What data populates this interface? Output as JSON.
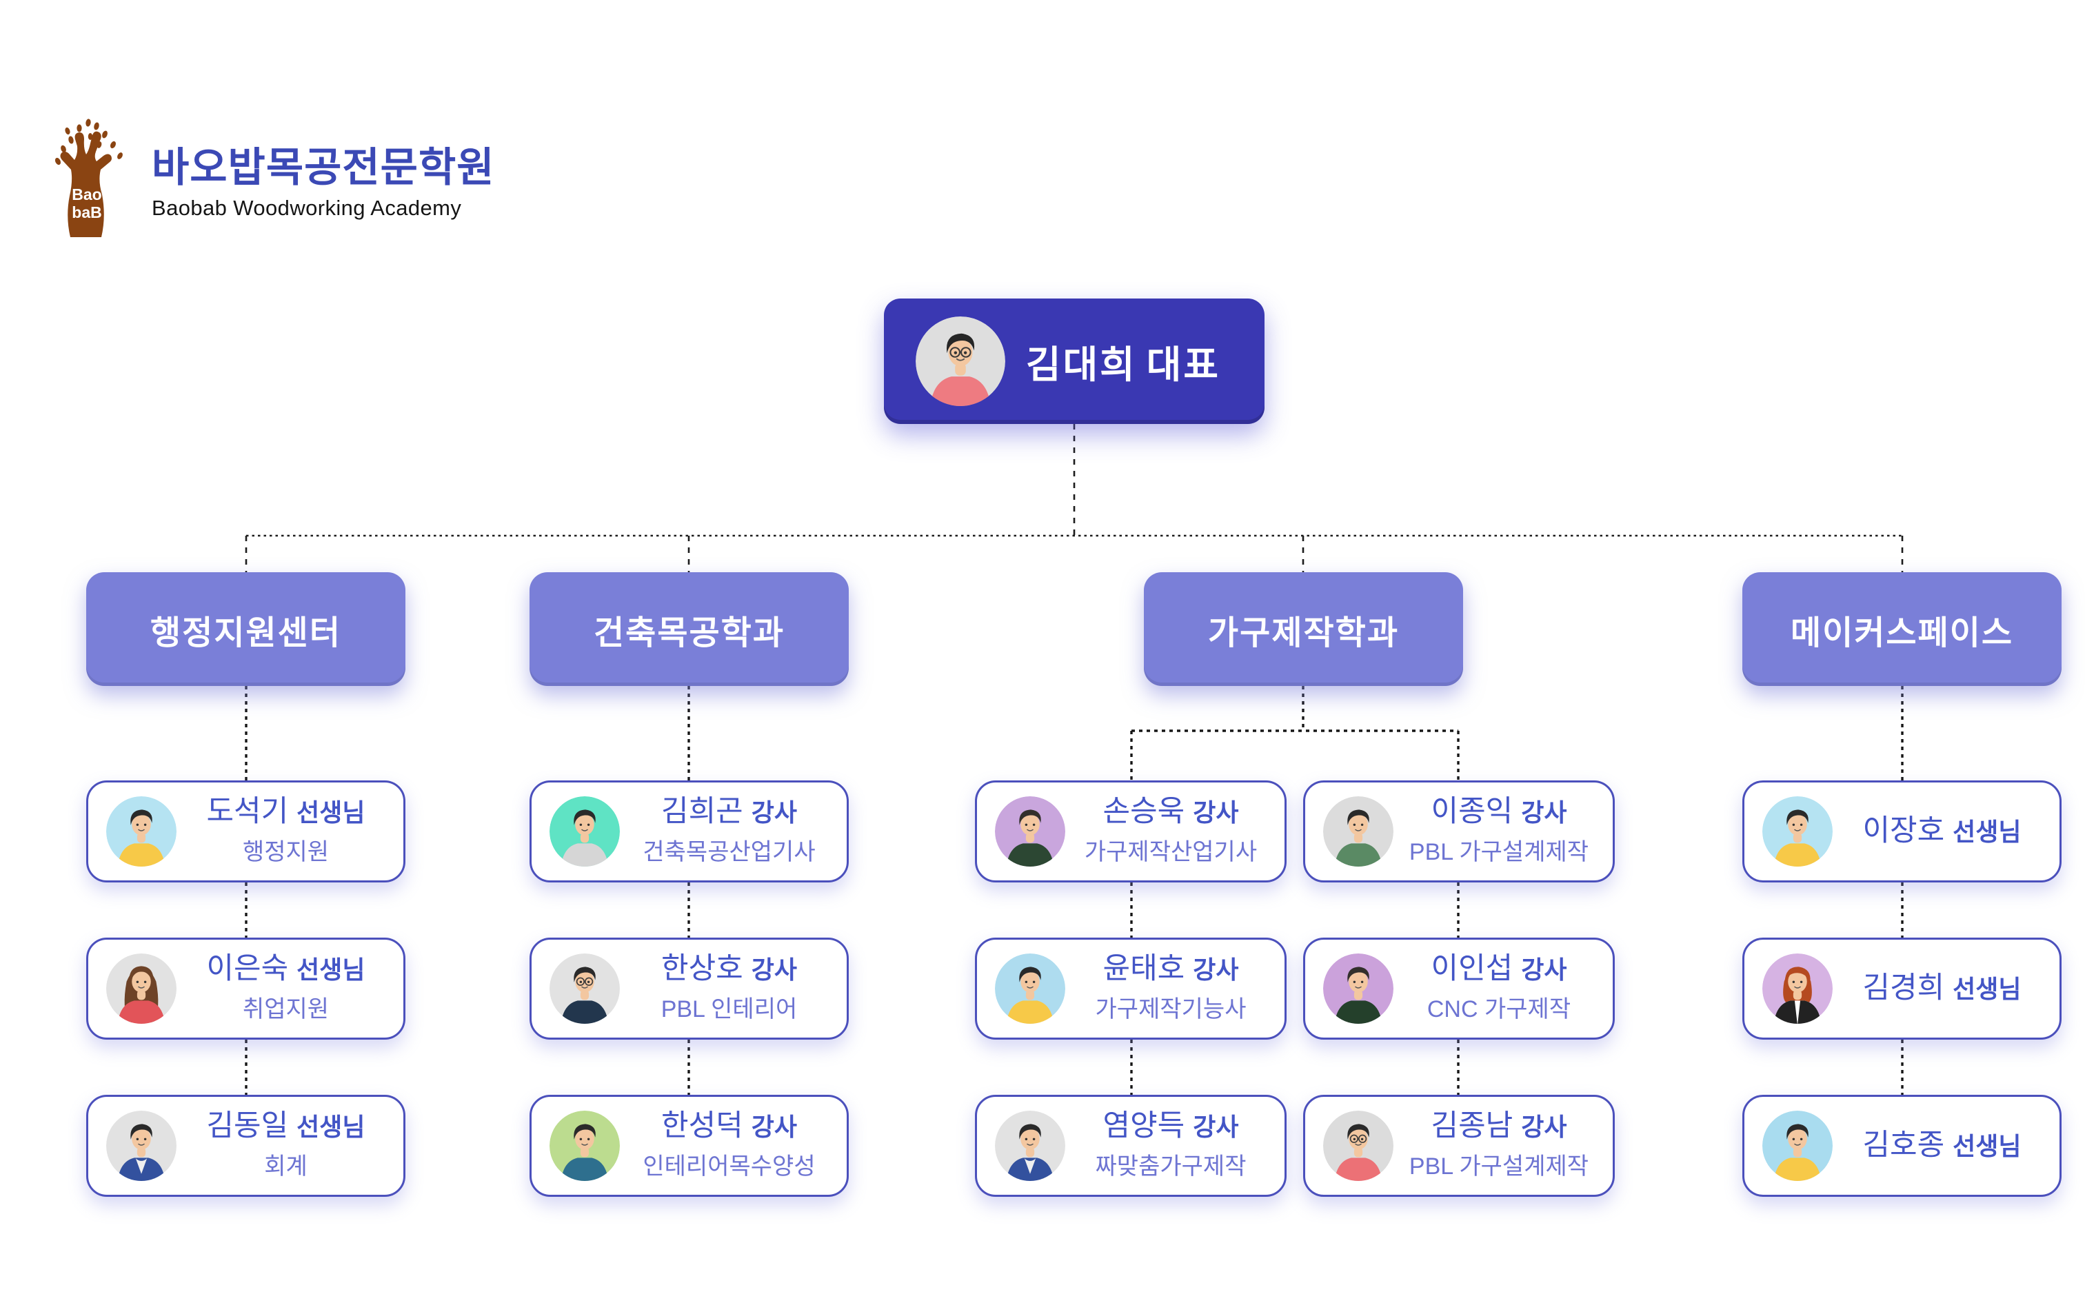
{
  "logo": {
    "badge_line1": "Bao",
    "badge_line2": "baB",
    "title": "바오밥목공전문학원",
    "subtitle": "Baobab Woodworking Academy"
  },
  "ceo": {
    "name": "김대희",
    "suffix": "대표",
    "avatar": {
      "bg": "#dedede",
      "hair": "#262626",
      "skin": "#f3c7a0",
      "shirt": "#ee7b81",
      "glasses": true,
      "style": "short",
      "shirtStyle": "plain"
    }
  },
  "departments": [
    {
      "label": "행정지원센터",
      "members": [
        {
          "name": "도석기",
          "suffix": "선생님",
          "subtitle": "행정지원",
          "avatar": {
            "bg": "#b5e3f2",
            "hair": "#2a2a2a",
            "shirt": "#f7c948",
            "style": "short",
            "shirtStyle": "plain"
          }
        },
        {
          "name": "이은숙",
          "suffix": "선생님",
          "subtitle": "취업지원",
          "avatar": {
            "bg": "#e2e2e2",
            "hair": "#6e4327",
            "shirt": "#e25459",
            "style": "long",
            "shirtStyle": "plain"
          }
        },
        {
          "name": "김동일",
          "suffix": "선생님",
          "subtitle": "회계",
          "avatar": {
            "bg": "#e2e2e2",
            "hair": "#2a2a2a",
            "shirt": "#33519e",
            "style": "short",
            "shirtStyle": "vneck"
          }
        }
      ]
    },
    {
      "label": "건축목공학과",
      "members": [
        {
          "name": "김희곤",
          "suffix": "강사",
          "subtitle": "건축목공산업기사",
          "avatar": {
            "bg": "#5fe3c4",
            "hair": "#2a2a2a",
            "shirt": "#d6d6d6",
            "style": "short",
            "shirtStyle": "plain"
          }
        },
        {
          "name": "한상호",
          "suffix": "강사",
          "subtitle": "PBL 인테리어",
          "avatar": {
            "bg": "#e2e2e2",
            "hair": "#2a2a2a",
            "shirt": "#22364d",
            "glasses": true,
            "style": "short",
            "shirtStyle": "plain"
          }
        },
        {
          "name": "한성덕",
          "suffix": "강사",
          "subtitle": "인테리어목수양성",
          "avatar": {
            "bg": "#bcdc8f",
            "hair": "#2a2a2a",
            "shirt": "#2e6f8e",
            "style": "short",
            "shirtStyle": "plain"
          }
        }
      ]
    },
    {
      "label": "가구제작학과",
      "columns": [
        [
          {
            "name": "손승욱",
            "suffix": "강사",
            "subtitle": "가구제작산업기사",
            "avatar": {
              "bg": "#c9a6dd",
              "hair": "#33302c",
              "shirt": "#2c4733",
              "style": "short",
              "shirtStyle": "plain"
            }
          },
          {
            "name": "윤태호",
            "suffix": "강사",
            "subtitle": "가구제작기능사",
            "avatar": {
              "bg": "#aedcef",
              "hair": "#2a2a2a",
              "shirt": "#f7c948",
              "style": "short",
              "shirtStyle": "plain"
            }
          },
          {
            "name": "염양득",
            "suffix": "강사",
            "subtitle": "짜맞춤가구제작",
            "avatar": {
              "bg": "#e2e2e2",
              "hair": "#2a2a2a",
              "shirt": "#33519e",
              "style": "short",
              "shirtStyle": "vneck"
            }
          }
        ],
        [
          {
            "name": "이종익",
            "suffix": "강사",
            "subtitle": "PBL 가구설계제작",
            "avatar": {
              "bg": "#dcdcdc",
              "hair": "#2a2a2a",
              "shirt": "#5a8a64",
              "style": "short",
              "shirtStyle": "plain"
            }
          },
          {
            "name": "이인섭",
            "suffix": "강사",
            "subtitle": "CNC 가구제작",
            "avatar": {
              "bg": "#cba2db",
              "hair": "#33302c",
              "shirt": "#24402b",
              "style": "short",
              "shirtStyle": "plain"
            }
          },
          {
            "name": "김종남",
            "suffix": "강사",
            "subtitle": "PBL 가구설계제작",
            "avatar": {
              "bg": "#dcdcdc",
              "hair": "#2a2a2a",
              "shirt": "#ec7176",
              "glasses": true,
              "style": "short",
              "shirtStyle": "plain"
            }
          }
        ]
      ]
    },
    {
      "label": "메이커스페이스",
      "members": [
        {
          "name": "이장호",
          "suffix": "선생님",
          "avatar": {
            "bg": "#b5e3f2",
            "hair": "#2a2a2a",
            "shirt": "#f7c948",
            "style": "short",
            "shirtStyle": "plain"
          }
        },
        {
          "name": "김경희",
          "suffix": "선생님",
          "avatar": {
            "bg": "#d6b3e3",
            "hair": "#b54a20",
            "shirt": "#222222",
            "style": "bob",
            "shirtStyle": "blazer"
          }
        },
        {
          "name": "김호종",
          "suffix": "선생님",
          "avatar": {
            "bg": "#a9dcef",
            "hair": "#2a2a2a",
            "shirt": "#f7c948",
            "style": "short",
            "shirtStyle": "plain"
          }
        }
      ]
    }
  ],
  "colors": {
    "ceo_box": "#3a38b2",
    "dept_box": "#7a7fd8",
    "card_border": "#4b50bc",
    "name_text": "#4355c6",
    "role_text": "#6d74d2",
    "logo_title": "#3b49b5",
    "tree_brown": "#8a4412",
    "connector": "#1c1c1c"
  }
}
